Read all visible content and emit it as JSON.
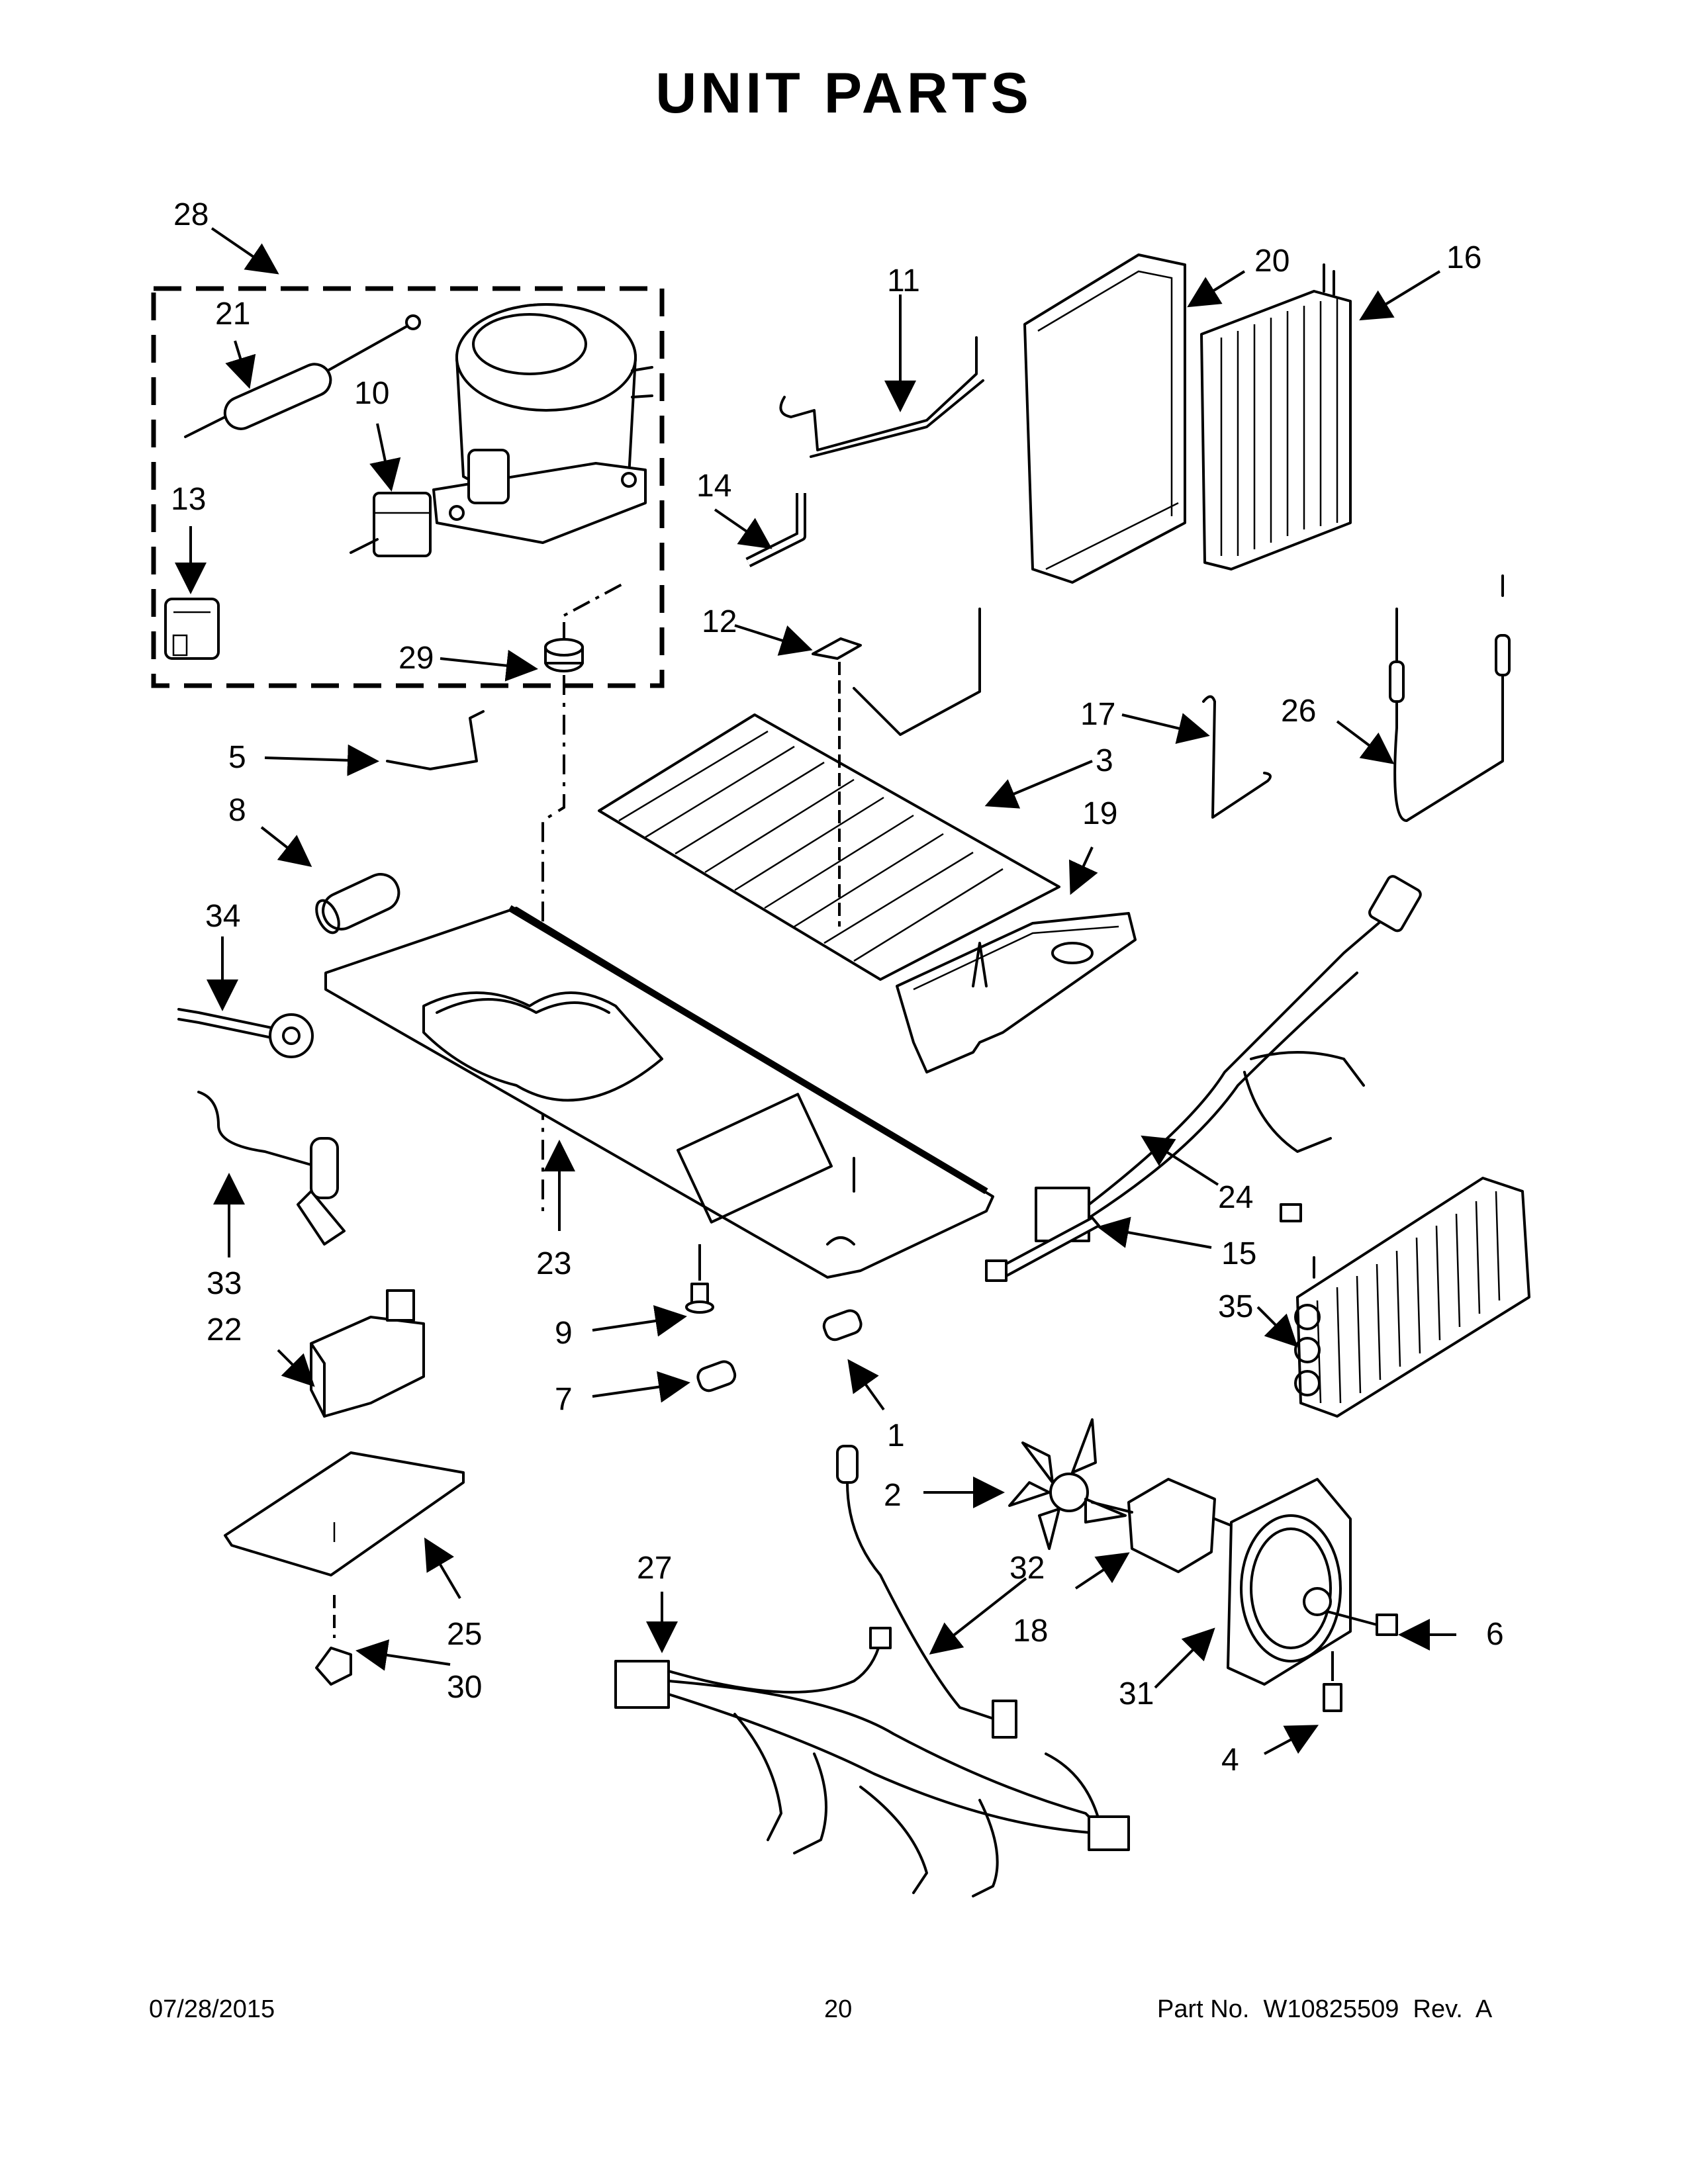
{
  "page": {
    "title": "UNIT PARTS",
    "footer": {
      "date": "07/28/2015",
      "page_number": "20",
      "part_number": "Part No.  W10825509  Rev.  A"
    }
  },
  "callouts": [
    {
      "id": "c1",
      "label": "1"
    },
    {
      "id": "c2",
      "label": "2"
    },
    {
      "id": "c3",
      "label": "3"
    },
    {
      "id": "c4",
      "label": "4"
    },
    {
      "id": "c5",
      "label": "5"
    },
    {
      "id": "c6",
      "label": "6"
    },
    {
      "id": "c7",
      "label": "7"
    },
    {
      "id": "c8",
      "label": "8"
    },
    {
      "id": "c9",
      "label": "9"
    },
    {
      "id": "c10",
      "label": "10"
    },
    {
      "id": "c11",
      "label": "11"
    },
    {
      "id": "c12",
      "label": "12"
    },
    {
      "id": "c13",
      "label": "13"
    },
    {
      "id": "c14",
      "label": "14"
    },
    {
      "id": "c15",
      "label": "15"
    },
    {
      "id": "c16",
      "label": "16"
    },
    {
      "id": "c17",
      "label": "17"
    },
    {
      "id": "c18",
      "label": "18"
    },
    {
      "id": "c19",
      "label": "19"
    },
    {
      "id": "c20",
      "label": "20"
    },
    {
      "id": "c21",
      "label": "21"
    },
    {
      "id": "c22",
      "label": "22"
    },
    {
      "id": "c23",
      "label": "23"
    },
    {
      "id": "c24",
      "label": "24"
    },
    {
      "id": "c25",
      "label": "25"
    },
    {
      "id": "c26",
      "label": "26"
    },
    {
      "id": "c27",
      "label": "27"
    },
    {
      "id": "c28",
      "label": "28"
    },
    {
      "id": "c29",
      "label": "29"
    },
    {
      "id": "c30",
      "label": "30"
    },
    {
      "id": "c31",
      "label": "31"
    },
    {
      "id": "c32",
      "label": "32"
    },
    {
      "id": "c33",
      "label": "33"
    },
    {
      "id": "c34",
      "label": "34"
    },
    {
      "id": "c35",
      "label": "35"
    }
  ]
}
